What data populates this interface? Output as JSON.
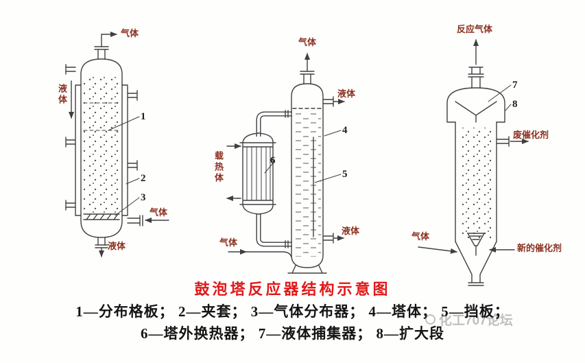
{
  "colors": {
    "title_red": "#e01818",
    "stream_label": "#8a3020",
    "line": "#3f3f3f",
    "legend_text": "#141414",
    "watermark_gray": "#8d8d8d"
  },
  "left_reactor": {
    "gas_out_top": "气体",
    "liquid_in_left": "液体",
    "label_1": "1",
    "label_2": "2",
    "label_3": "3",
    "gas_in_bottom": "气体",
    "liquid_out_bottom": "液体"
  },
  "middle_reactor": {
    "gas_out_top": "气体",
    "liquid_out_top": "液体",
    "label_4": "4",
    "label_5": "5",
    "label_6": "6",
    "heat_carrier": "载热体",
    "liquid_out_bottom": "液体",
    "gas_in_bottom": "气体"
  },
  "right_reactor": {
    "reaction_gas_out": "反应气体",
    "label_7": "7",
    "label_8": "8",
    "spent_catalyst": "废催化剂",
    "new_catalyst": "新的催化剂",
    "gas_in_bottom": "气体"
  },
  "footer": {
    "title": "鼓泡塔反应器结构示意图",
    "legend_line1": "1—分布格板； 2—夹套； 3—气体分布器； 4—塔体； 5—挡板；",
    "legend_line2": "6—塔外换热器； 7—液体捕集器； 8—扩大段",
    "watermark": "化工707论坛"
  }
}
